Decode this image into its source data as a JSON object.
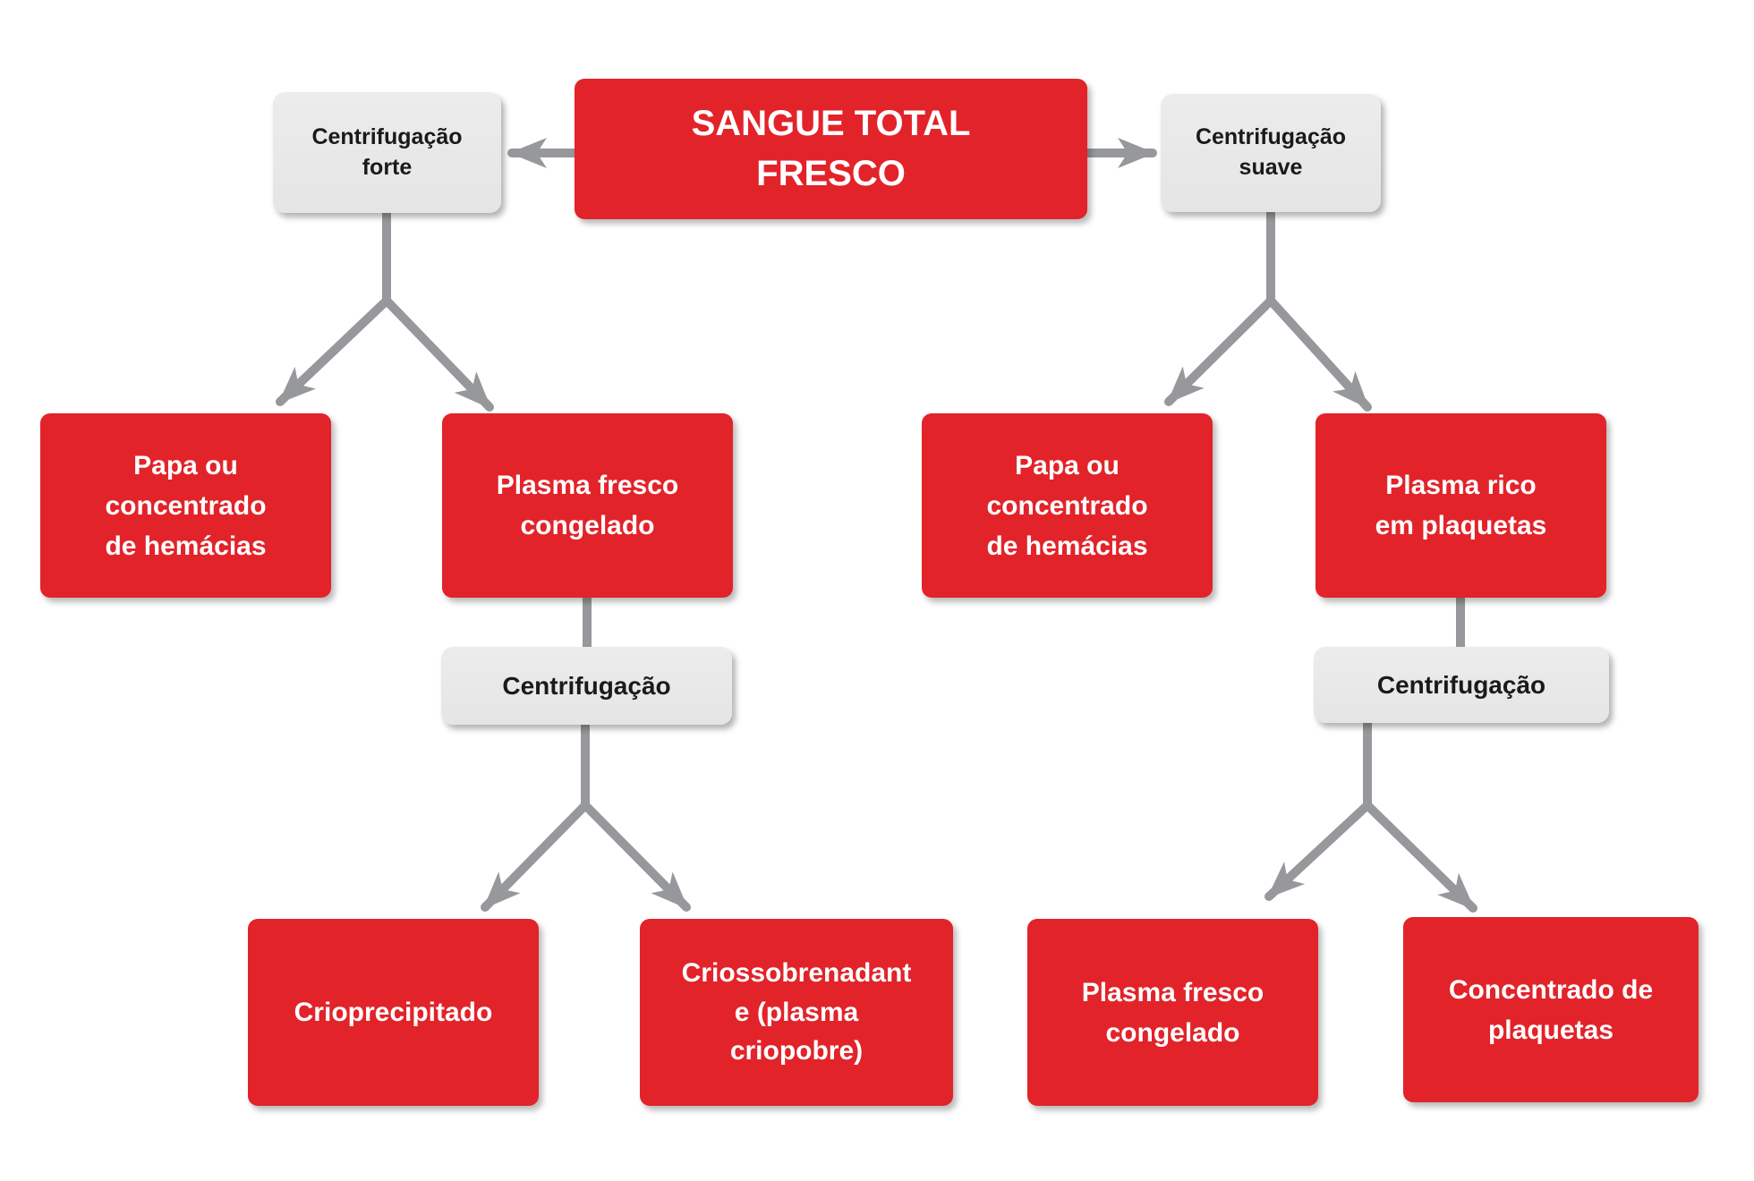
{
  "diagram": {
    "root": {
      "label": "SANGUE TOTAL\nFRESCO"
    },
    "left_branch": {
      "process": {
        "label": "Centrifugação\nforte"
      },
      "children": [
        {
          "label": "Papa ou\nconcentrado\nde hemácias"
        },
        {
          "label": "Plasma fresco\ncongelado"
        }
      ],
      "subprocess": {
        "label": "Centrifugação"
      },
      "grandchildren": [
        {
          "label": "Crioprecipitado"
        },
        {
          "label": "Criossobrenadant\ne (plasma\ncriopobre)"
        }
      ]
    },
    "right_branch": {
      "process": {
        "label": "Centrifugação\nsuave"
      },
      "children": [
        {
          "label": "Papa ou\nconcentrado\nde hemácias"
        },
        {
          "label": "Plasma rico\nem plaquetas"
        }
      ],
      "subprocess": {
        "label": "Centrifugação"
      },
      "grandchildren": [
        {
          "label": "Plasma fresco\ncongelado"
        },
        {
          "label": "Concentrado de\nplaquetas"
        }
      ]
    },
    "colors": {
      "box_red": "#E2232A",
      "box_gray": "#E9E9E9",
      "arrow_gray": "#97989B",
      "text_on_red": "#FFFFFF",
      "text_on_gray": "#1A1A1A",
      "background": "#FFFFFF"
    }
  }
}
